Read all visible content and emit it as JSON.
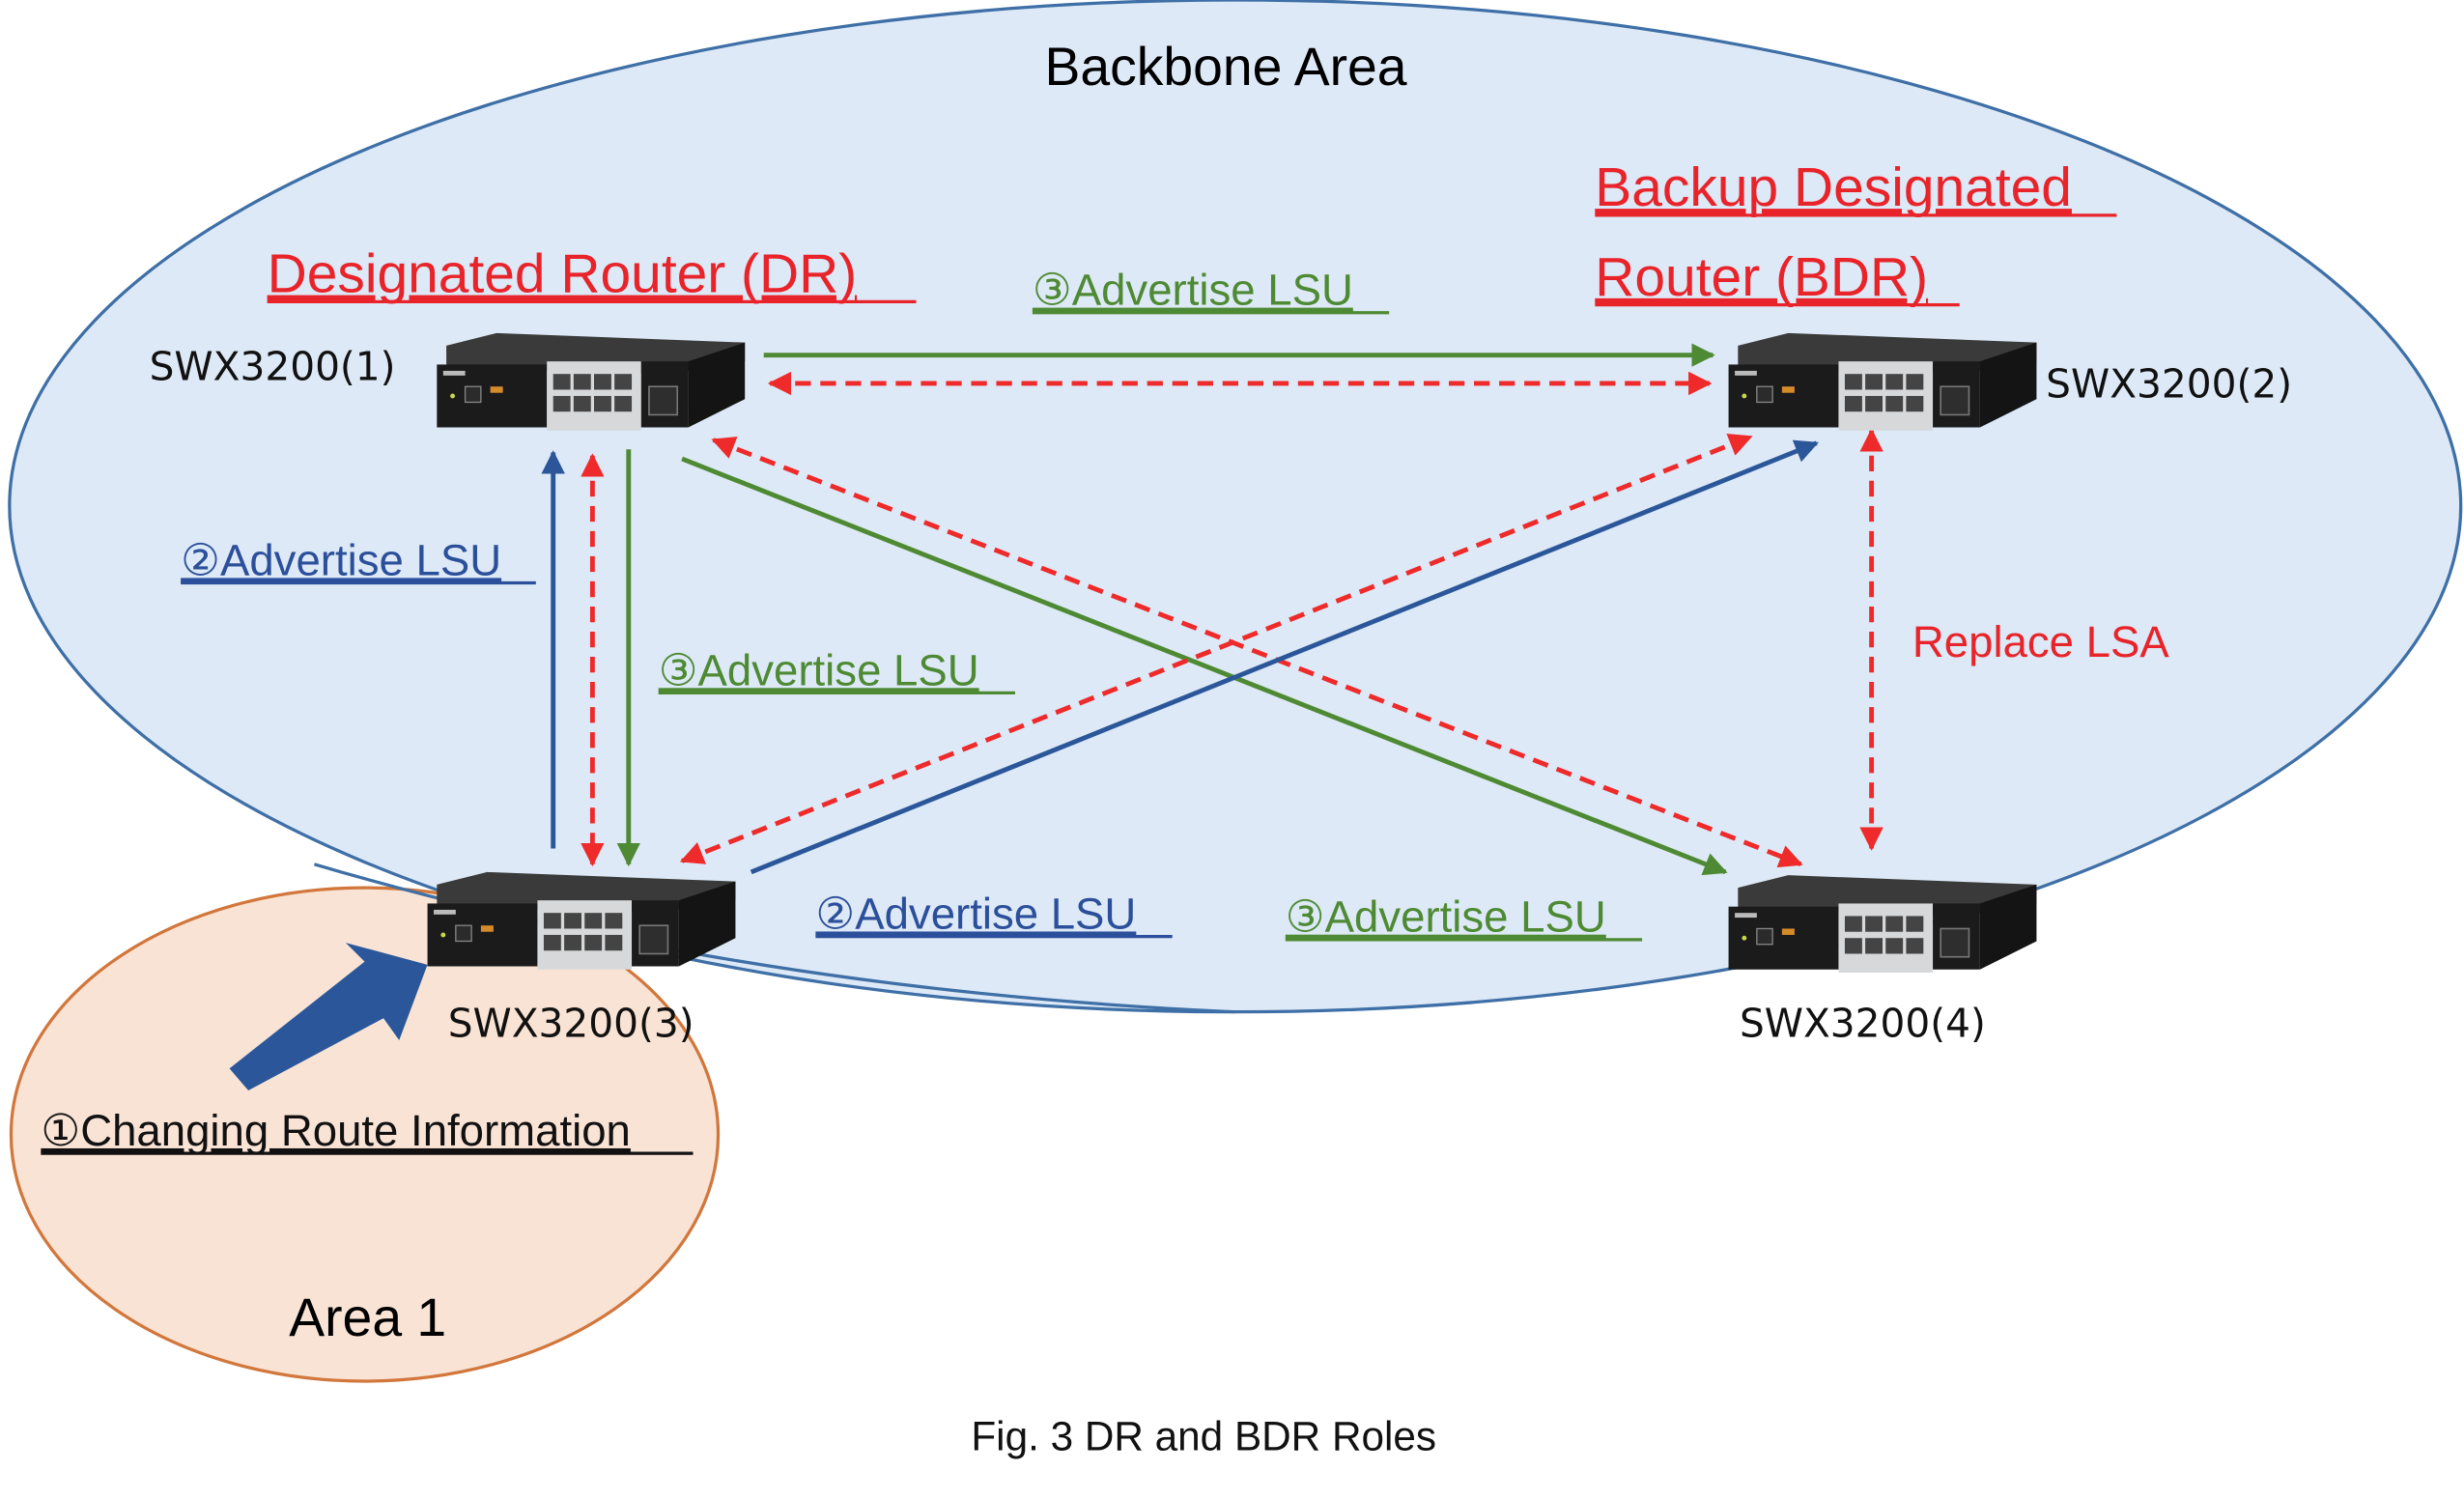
{
  "diagram": {
    "caption": "Fig. 3 DR and BDR Roles",
    "areas": {
      "backbone": {
        "label": "Backbone Area",
        "fill": "#dde9f6",
        "stroke": "#3e6fa6"
      },
      "area1": {
        "label": "Area 1",
        "fill": "#f9e3d5",
        "stroke": "#d2773c"
      }
    },
    "roles": {
      "dr": "Designated Router (DR)",
      "bdr_line1": "Backup Designated",
      "bdr_line2": "Router (BDR)"
    },
    "switches": [
      {
        "id": "sw1",
        "label": "SWX3200(1)",
        "role": "DR"
      },
      {
        "id": "sw2",
        "label": "SWX3200(2)",
        "role": "BDR"
      },
      {
        "id": "sw3",
        "label": "SWX3200(3)",
        "role": ""
      },
      {
        "id": "sw4",
        "label": "SWX3200(4)",
        "role": ""
      }
    ],
    "step_labels": {
      "step1": "①Changing Route Information",
      "step2_left": "②Advertise LSU",
      "step2_bottom": "②Advertise LSU",
      "step3_top": "③Advertise LSU",
      "step3_mid": "③Advertise LSU",
      "step3_bottom": "③Advertise LSU",
      "replace": "Replace LSA"
    },
    "colors": {
      "step1": "#2b579a",
      "step2": "#2b579a",
      "step3": "#4e8a33",
      "replace": "#e8242a"
    },
    "edges": [
      {
        "from": "sw3",
        "to": "sw1",
        "type": "step2",
        "style": "solid"
      },
      {
        "from": "sw3",
        "to": "sw2",
        "type": "step2",
        "style": "solid"
      },
      {
        "from": "sw1",
        "to": "sw2",
        "type": "step3",
        "style": "solid"
      },
      {
        "from": "sw1",
        "to": "sw3",
        "type": "step3",
        "style": "solid"
      },
      {
        "from": "sw1",
        "to": "sw4",
        "type": "step3",
        "style": "solid"
      },
      {
        "from": "sw1",
        "to": "sw2",
        "type": "replace",
        "style": "dashed",
        "bidirectional": true
      },
      {
        "from": "sw1",
        "to": "sw3",
        "type": "replace",
        "style": "dashed",
        "bidirectional": true
      },
      {
        "from": "sw1",
        "to": "sw4",
        "type": "replace",
        "style": "dashed",
        "bidirectional": true
      },
      {
        "from": "sw2",
        "to": "sw3",
        "type": "replace",
        "style": "dashed",
        "bidirectional": true
      },
      {
        "from": "sw2",
        "to": "sw4",
        "type": "replace",
        "style": "dashed",
        "bidirectional": true
      }
    ]
  }
}
